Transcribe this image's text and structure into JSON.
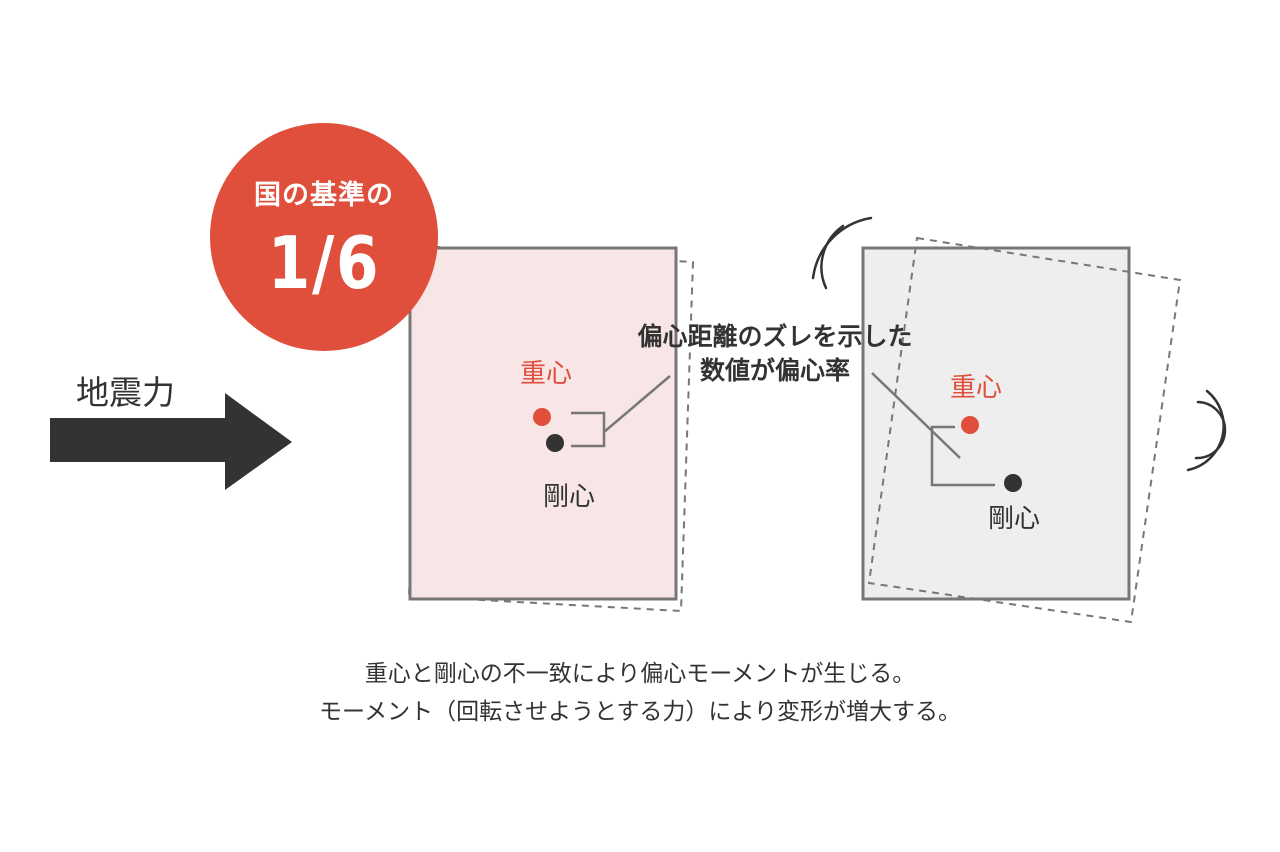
{
  "badge": {
    "line1": "国の基準の",
    "line2": "1/6",
    "color": "#e04f3c"
  },
  "force": {
    "label": "地震力",
    "arrow_icon": "right-arrow-icon"
  },
  "left_building": {
    "fill": "#f8e5e6",
    "center_of_gravity_label": "重心",
    "center_of_rigidity_label": "剛心"
  },
  "right_building": {
    "fill": "#eeeeee",
    "center_of_gravity_label": "重心",
    "center_of_rigidity_label": "剛心",
    "vibration_icon": "vibration-waves-icon"
  },
  "callout": {
    "line1": "偏心距離のズレを示した",
    "line2": "数値が偏心率"
  },
  "caption": {
    "line1": "重心と剛心の不一致により偏心モーメントが生じる。",
    "line2": "モーメント（回転させようとする力）により変形が増大する。"
  },
  "colors": {
    "accent": "#e04f3c",
    "dark": "#333333",
    "outline": "#777777"
  }
}
